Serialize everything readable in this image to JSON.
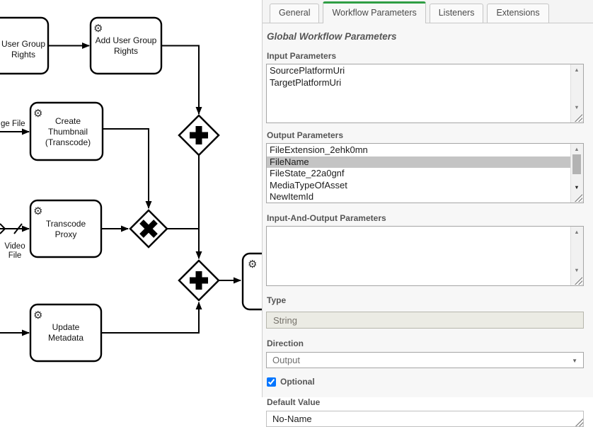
{
  "colors": {
    "accent_green": "#2f9e44",
    "selected_item_bg": "#c4c4c4",
    "disabled_field_bg": "#ebebe4"
  },
  "icons": {
    "service_task_gear": "⚙",
    "scroll_up": "▲",
    "scroll_down": "▼",
    "dropdown_caret": "▼"
  },
  "diagram": {
    "tasks": {
      "user_group_rights": {
        "line1": "User Group",
        "line2": "Rights"
      },
      "add_user_group_rights": {
        "line1": "Add User Group",
        "line2": "Rights"
      },
      "create_thumbnail": {
        "line1": "Create",
        "line2": "Thumbnail",
        "line3": "(Transcode)"
      },
      "transcode_proxy": {
        "line1": "Transcode",
        "line2": "Proxy"
      },
      "update_metadata": {
        "line1": "Update",
        "line2": "Metadata"
      }
    },
    "edge_labels": {
      "image_file": "ge File",
      "video_file_line1": "Video",
      "video_file_line2": "File"
    }
  },
  "panel": {
    "tabs": [
      {
        "label": "General",
        "active": false
      },
      {
        "label": "Workflow Parameters",
        "active": true
      },
      {
        "label": "Listeners",
        "active": false
      },
      {
        "label": "Extensions",
        "active": false
      }
    ],
    "heading": "Global Workflow Parameters",
    "fields": {
      "input_parameters": {
        "label": "Input Parameters",
        "items": [
          {
            "text": "SourcePlatformUri"
          },
          {
            "text": "TargetPlatformUri"
          }
        ]
      },
      "output_parameters": {
        "label": "Output Parameters",
        "items": [
          {
            "text": "FileExtension_2ehk0mn"
          },
          {
            "text": "FileName",
            "selected": true
          },
          {
            "text": "FileState_22a0gnf"
          },
          {
            "text": "MediaTypeOfAsset"
          },
          {
            "text": "NewItemId"
          }
        ]
      },
      "inout_parameters": {
        "label": "Input-And-Output Parameters",
        "items": []
      },
      "type": {
        "label": "Type",
        "value": "String"
      },
      "direction": {
        "label": "Direction",
        "value": "Output"
      },
      "optional": {
        "label": "Optional",
        "checked_attr": "checked"
      },
      "default_value": {
        "label": "Default Value",
        "value": "No-Name"
      }
    }
  }
}
